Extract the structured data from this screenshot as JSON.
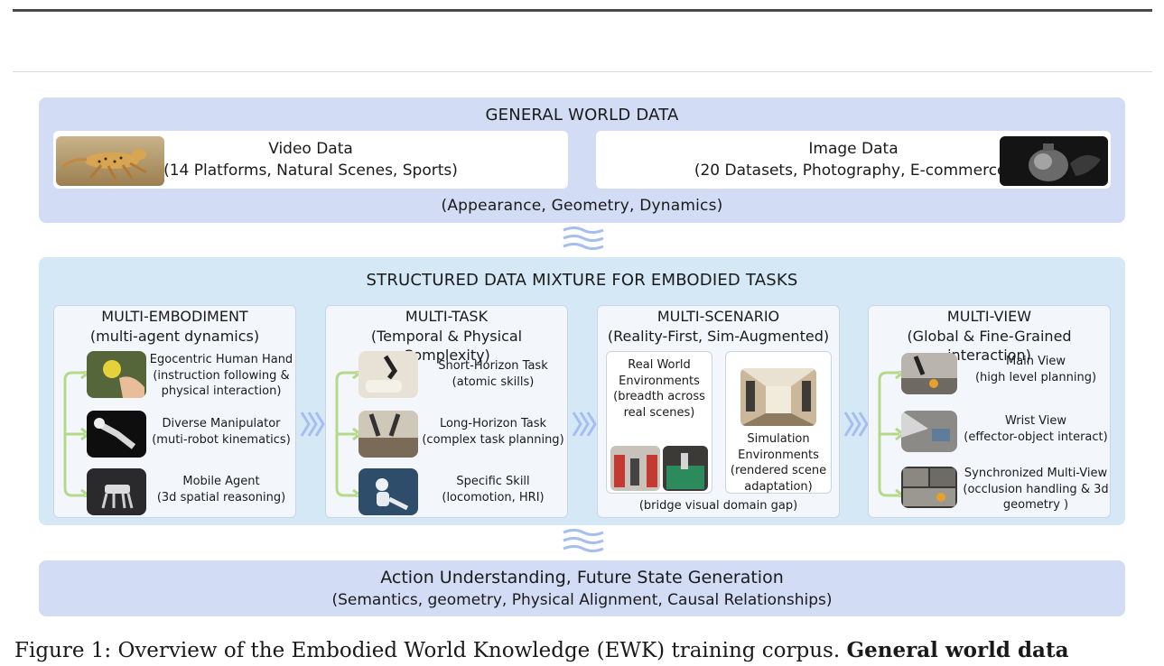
{
  "general": {
    "title": "GENERAL WORLD DATA",
    "video": {
      "line1": "Video Data",
      "line2": "(14 Platforms, Natural Scenes, Sports)"
    },
    "image": {
      "line1": "Image Data",
      "line2": "(20 Datasets, Photography, E-commerce)"
    },
    "attributes": "(Appearance, Geometry, Dynamics)"
  },
  "structured": {
    "title": "STRUCTURED DATA MIXTURE FOR EMBODIED TASKS",
    "embodiment": {
      "title": "MULTI-EMBODIMENT",
      "subtitle": "(multi-agent dynamics)",
      "items": [
        {
          "lines": [
            "Egocentric Human Hand",
            "(instruction following &",
            "physical interaction)"
          ]
        },
        {
          "lines": [
            "Diverse Manipulator",
            "(muti-robot kinematics)"
          ]
        },
        {
          "lines": [
            "Mobile Agent",
            "(3d spatial reasoning)"
          ]
        }
      ]
    },
    "task": {
      "title": "MULTI-TASK",
      "subtitle": "(Temporal & Physical Complexity)",
      "items": [
        {
          "lines": [
            "Short-Horizon Task",
            "(atomic skills)"
          ]
        },
        {
          "lines": [
            "Long-Horizon Task",
            "(complex task planning)"
          ]
        },
        {
          "lines": [
            "Specific Skill",
            "(locomotion, HRI)"
          ]
        }
      ]
    },
    "scenario": {
      "title": "MULTI-SCENARIO",
      "subtitle": "(Reality-First, Sim-Augmented)",
      "real": {
        "lines": [
          "Real World",
          "Environments",
          "(breadth across",
          "real scenes)"
        ]
      },
      "sim": {
        "lines": [
          "Simulation",
          "Environments",
          "(rendered scene",
          "adaptation)"
        ]
      },
      "footer": "(bridge visual domain gap)"
    },
    "view": {
      "title": "MULTI-VIEW",
      "subtitle": "(Global & Fine-Grained interaction)",
      "items": [
        {
          "lines": [
            "Main View",
            "(high level planning)"
          ]
        },
        {
          "lines": [
            "Wrist View",
            "(effector-object interact)"
          ]
        },
        {
          "lines": [
            "Synchronized Multi-View",
            "(occlusion handling & 3d",
            "geometry )"
          ]
        }
      ]
    }
  },
  "action": {
    "line1": "Action Understanding, Future State Generation",
    "line2": "(Semantics, geometry, Physical Alignment, Causal Relationships)"
  },
  "caption": {
    "text": "Figure 1: Overview of the Embodied World Knowledge (EWK) training corpus. ",
    "bold": "General world data"
  },
  "colors": {
    "general_panel": "#d2dcf5",
    "structured_panel": "#d5e8f5",
    "bracket_green": "#b5d98a",
    "chevron_blue": "#a6bdf0"
  }
}
